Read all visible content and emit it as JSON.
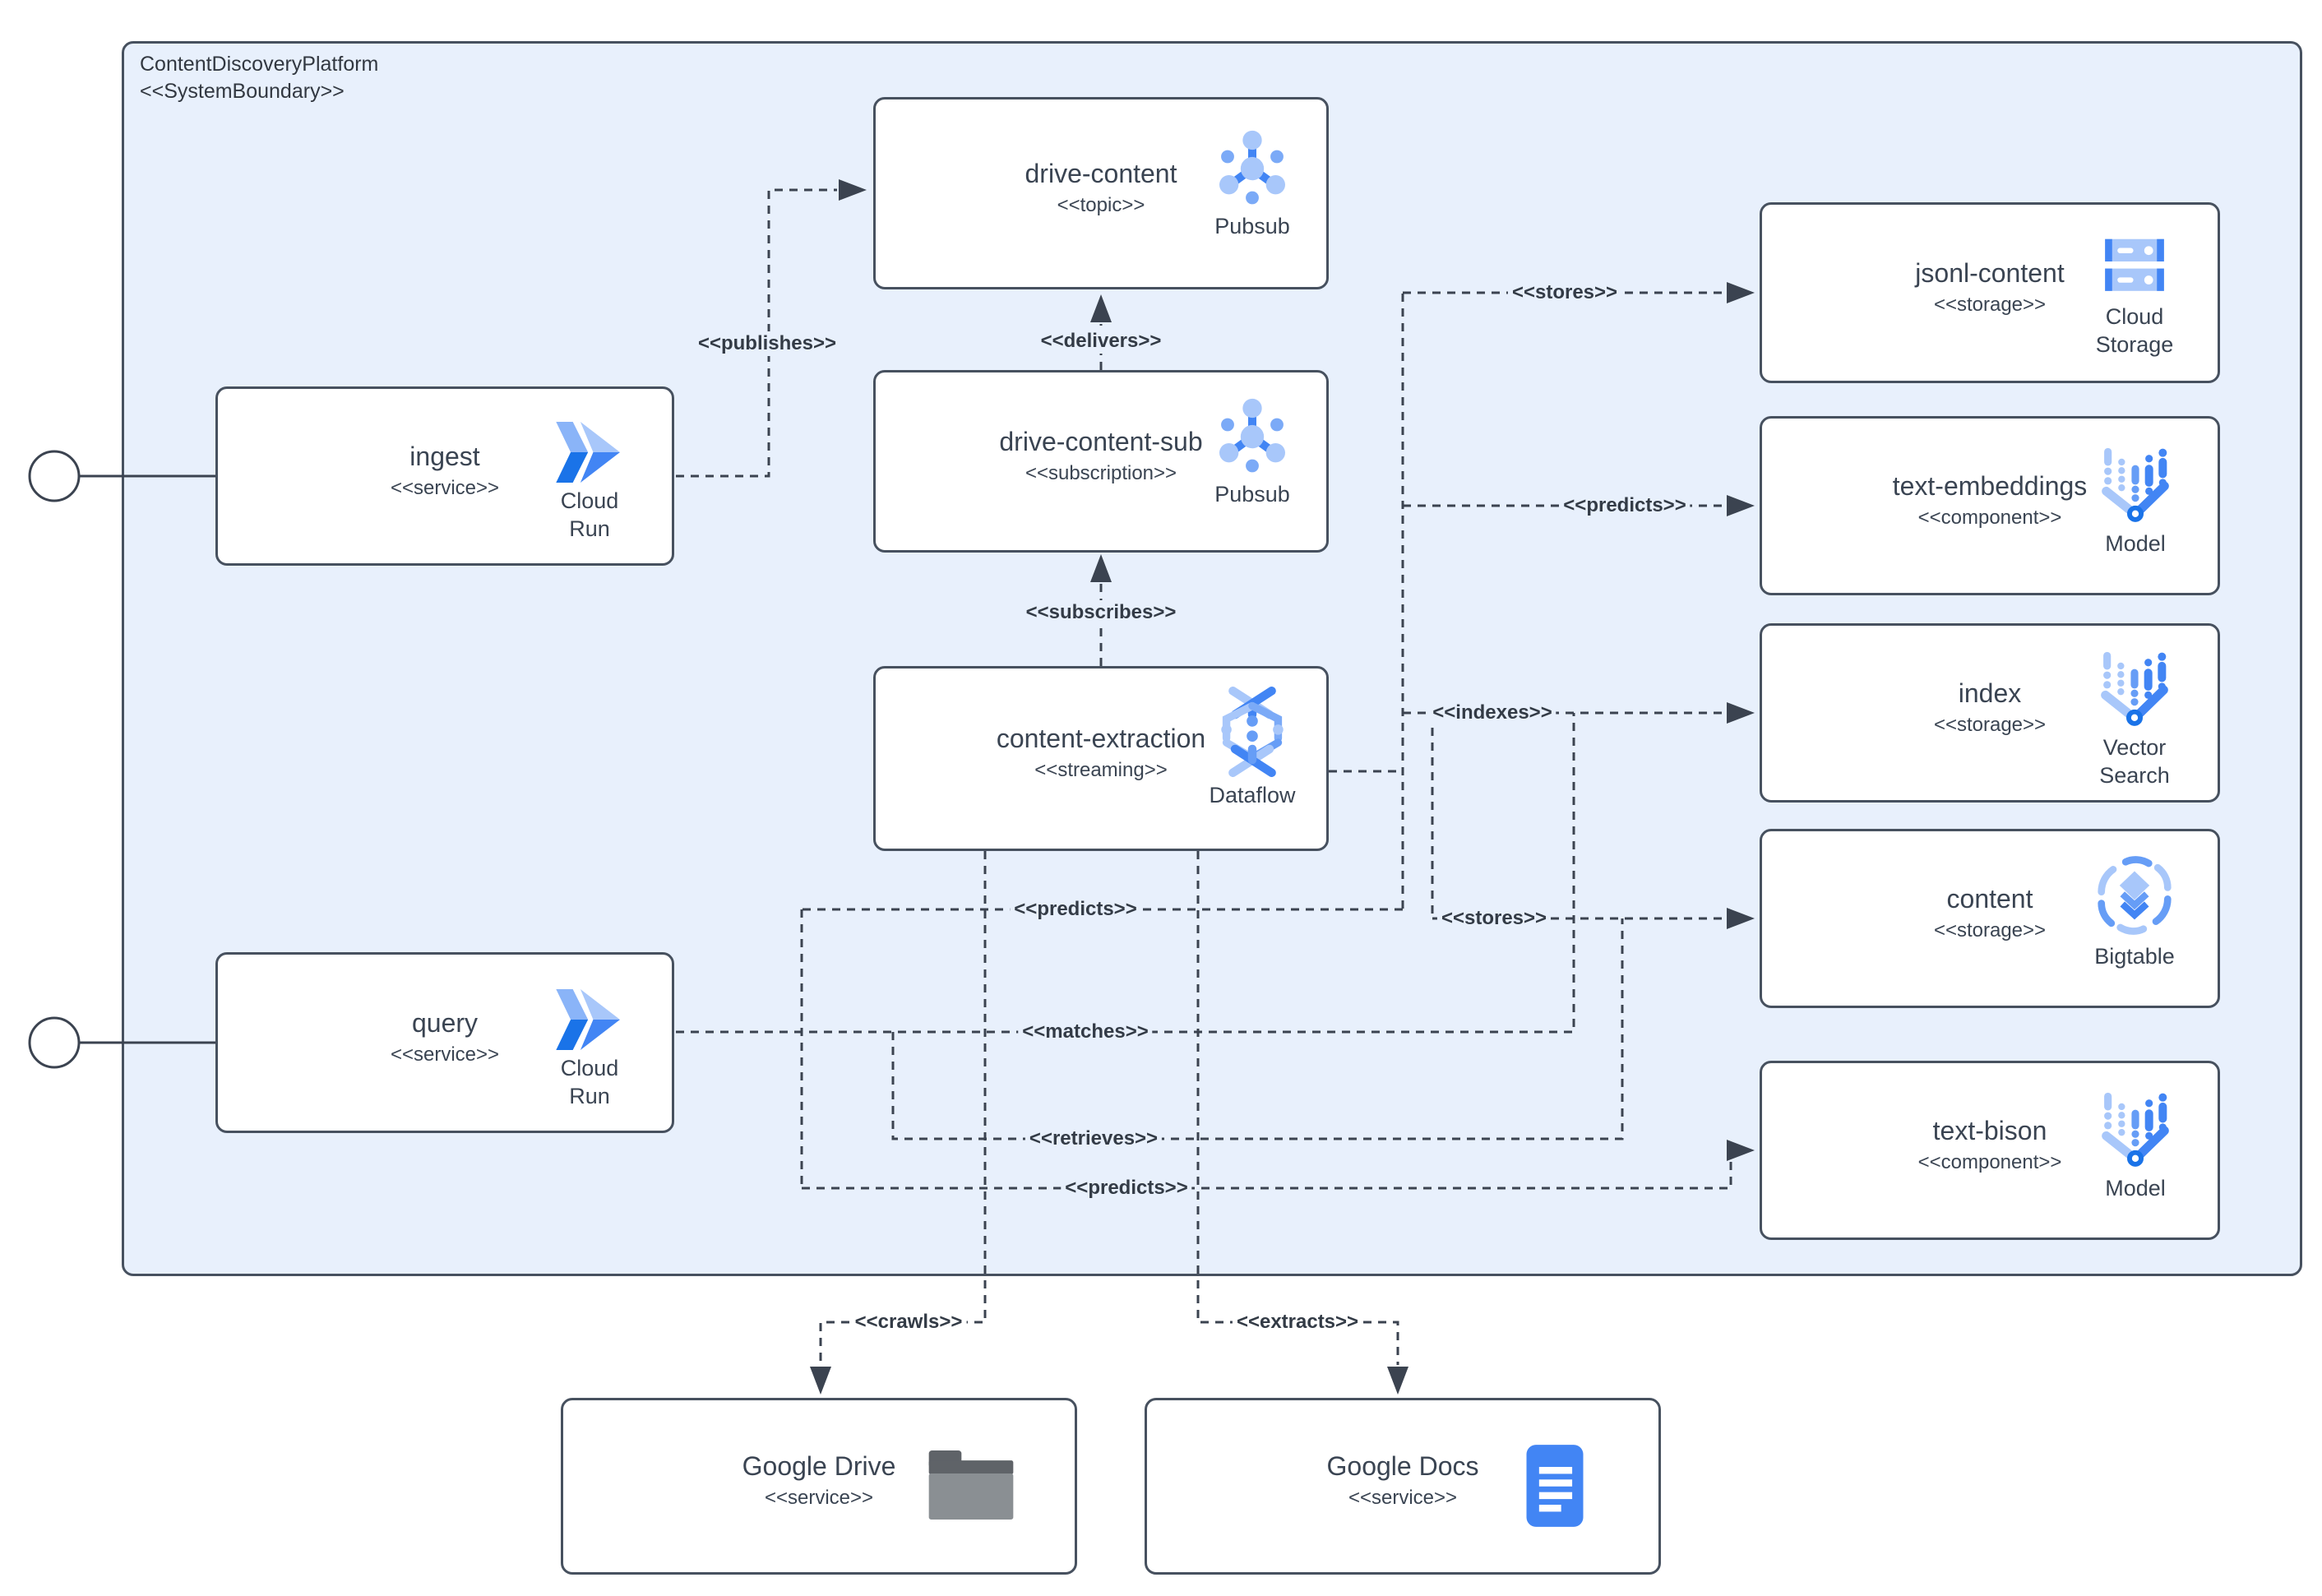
{
  "diagram": {
    "boundary": {
      "title": "ContentDiscoveryPlatform",
      "stereotype": "<<SystemBoundary>>"
    },
    "colors": {
      "boundary_fill": "#e8f0fc",
      "node_fill": "#ffffff",
      "border": "#47515f",
      "line": "#3b4350",
      "text": "#3a4452",
      "blue_strong": "#4285f4",
      "blue_medium": "#669df6",
      "blue_light": "#a8c7fa",
      "folder_gray": "#898e93",
      "docs_blue": "#4285f4"
    },
    "nodes": {
      "ingest": {
        "title": "ingest",
        "stereotype": "<<service>>",
        "icon": "cloud-run-icon",
        "caption": "Cloud Run"
      },
      "query": {
        "title": "query",
        "stereotype": "<<service>>",
        "icon": "cloud-run-icon",
        "caption": "Cloud Run"
      },
      "drive_content": {
        "title": "drive-content",
        "stereotype": "<<topic>>",
        "icon": "pubsub-icon",
        "caption": "Pubsub"
      },
      "drive_content_sub": {
        "title": "drive-content-sub",
        "stereotype": "<<subscription>>",
        "icon": "pubsub-icon",
        "caption": "Pubsub"
      },
      "content_extraction": {
        "title": "content-extraction",
        "stereotype": "<<streaming>>",
        "icon": "dataflow-icon",
        "caption": "Dataflow"
      },
      "jsonl_content": {
        "title": "jsonl-content",
        "stereotype": "<<storage>>",
        "icon": "cloud-storage-icon",
        "caption": "Cloud Storage"
      },
      "text_embeddings": {
        "title": "text-embeddings",
        "stereotype": "<<component>>",
        "icon": "model-icon",
        "caption": "Model"
      },
      "index": {
        "title": "index",
        "stereotype": "<<storage>>",
        "icon": "vector-search-icon",
        "caption": "Vector Search"
      },
      "content": {
        "title": "content",
        "stereotype": "<<storage>>",
        "icon": "bigtable-icon",
        "caption": "Bigtable"
      },
      "text_bison": {
        "title": "text-bison",
        "stereotype": "<<component>>",
        "icon": "model-icon",
        "caption": "Model"
      },
      "google_drive": {
        "title": "Google Drive",
        "stereotype": "<<service>>",
        "icon": "drive-folder-icon",
        "caption": ""
      },
      "google_docs": {
        "title": "Google Docs",
        "stereotype": "<<service>>",
        "icon": "google-docs-icon",
        "caption": ""
      }
    },
    "edges": {
      "publishes": {
        "label": "<<publishes>>"
      },
      "delivers": {
        "label": "<<delivers>>"
      },
      "subscribes": {
        "label": "<<subscribes>>"
      },
      "stores_jsonl": {
        "label": "<<stores>>"
      },
      "predicts_embeddings": {
        "label": "<<predicts>>"
      },
      "indexes": {
        "label": "<<indexes>>"
      },
      "stores_content": {
        "label": "<<stores>>"
      },
      "predicts_query": {
        "label": "<<predicts>>"
      },
      "matches": {
        "label": "<<matches>>"
      },
      "retrieves": {
        "label": "<<retrieves>>"
      },
      "predicts_bison": {
        "label": "<<predicts>>"
      },
      "crawls": {
        "label": "<<crawls>>"
      },
      "extracts": {
        "label": "<<extracts>>"
      }
    }
  }
}
